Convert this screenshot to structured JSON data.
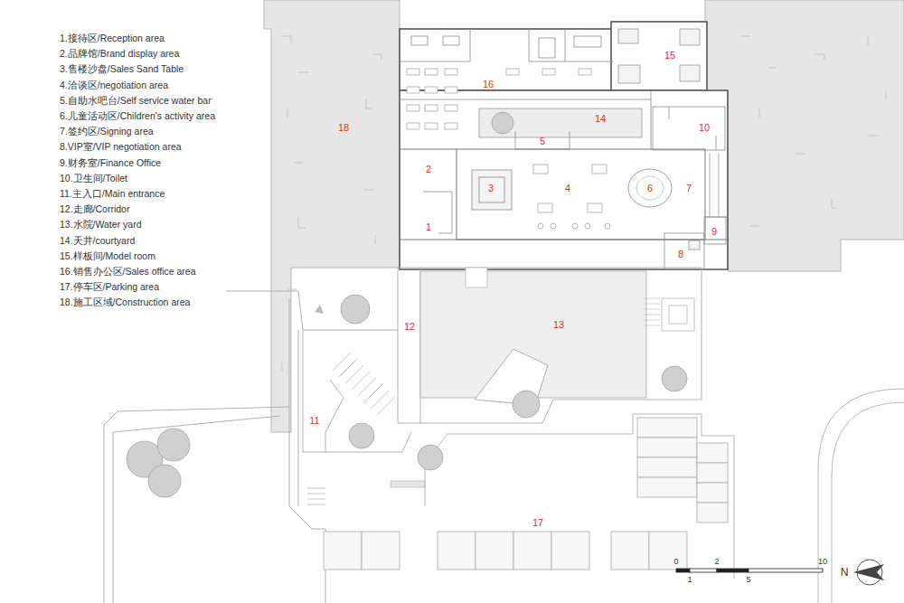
{
  "diagram": {
    "labels": [
      "1.接待区/Reception area",
      "2.品牌馆/Brand display area",
      "3.售楼沙盘/Sales Sand Table",
      "4.洽谈区/negotiation area",
      "5.自助水吧台/Self service water bar",
      "6.儿童活动区/Children's activity area",
      "7.签约区/Signing area",
      "8.VIP室/VIP negotiation area",
      "9.财务室/Finance Office",
      "10.卫生间/Toilet",
      "11.主入口/Main entrance",
      "12.走廊/Corridor",
      "13.水院/Water yard",
      "14.天井/courtyard",
      "15.样板间/Model room",
      "16.销售办公区/Sales office area",
      "17.停车区/Parking area",
      "18.施工区域/Construction area",
      "18",
      "16",
      "15",
      "14",
      "10",
      "5",
      "2",
      "3",
      "4",
      "6",
      "7",
      "1",
      "9",
      "8",
      "12",
      "13",
      "11",
      "17",
      "0",
      "2",
      "10",
      "1",
      "5",
      "N"
    ]
  }
}
